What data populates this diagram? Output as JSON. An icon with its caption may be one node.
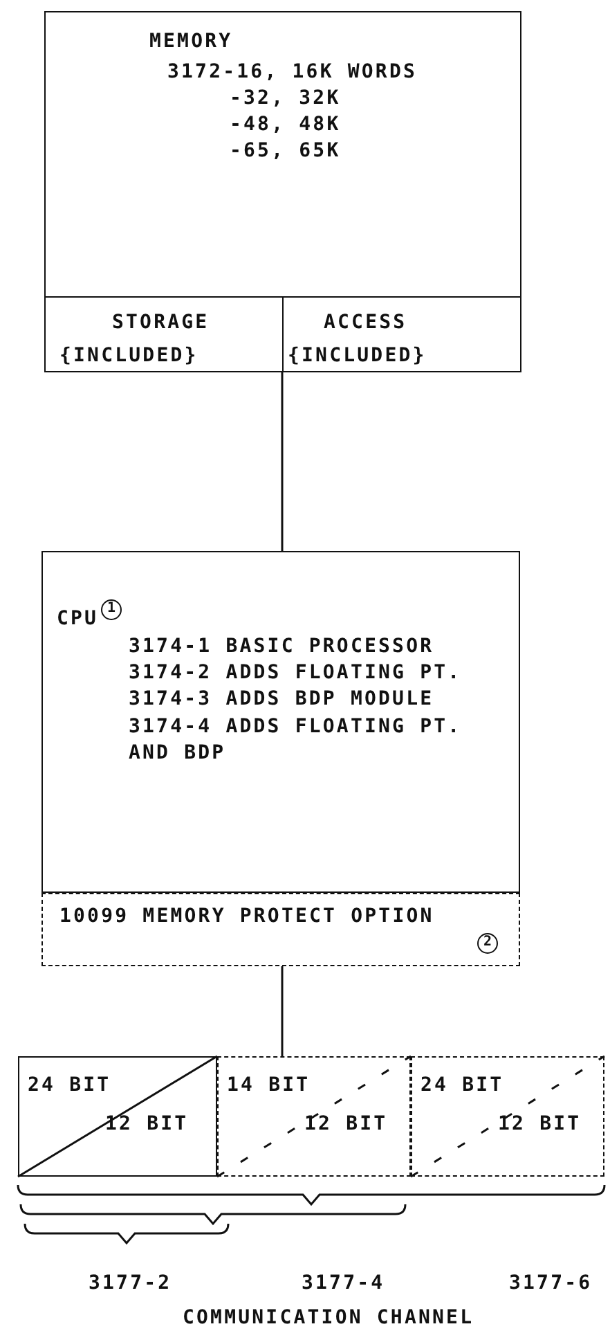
{
  "diagram": {
    "nodes": [
      {
        "text": [
          "MEMORY",
          "3172-16, 16K WORDS",
          "-32, 32K",
          "-48, 48K",
          "-65, 65K"
        ]
      },
      {
        "text": [
          "STORAGE",
          "{INCLUDED}"
        ],
        "in": 0
      },
      {
        "text": [
          "ACCESS",
          "{INCLUDED}"
        ],
        "in": 0
      },
      {
        "text": [
          "CPU",
          "1",
          "3174-1 BASIC PROCESSOR",
          "3174-2 ADDS FLOATING PT.",
          "3174-3 ADDS BDP MODULE",
          "3174-4 ADDS FLOATING PT. AND BDP"
        ]
      },
      {
        "text": [
          "10099 MEMORY PROTECT OPTION",
          "2"
        ]
      },
      {
        "text": [
          "24 BIT",
          "12 BIT"
        ]
      },
      {
        "text": [
          "14 BIT",
          "12 BIT"
        ]
      },
      {
        "text": [
          "24 BIT",
          "12 BIT"
        ]
      }
    ],
    "edges": [
      {
        "from": 0,
        "to": 3,
        "arrow": "none"
      },
      {
        "from": 4,
        "to": 6,
        "arrow": "none"
      }
    ],
    "labels": [
      "3177-2",
      "3177-4",
      "3177-6",
      "COMMUNICATION CHANNEL"
    ]
  }
}
